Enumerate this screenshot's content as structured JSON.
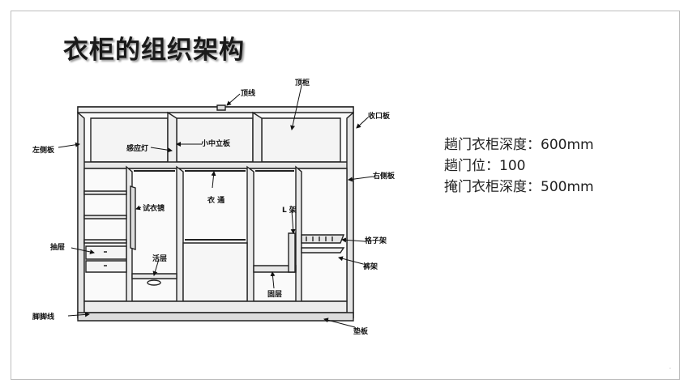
{
  "title": "衣柜的组织架构",
  "specs": [
    "趟门衣柜深度：600mm",
    "趟门位：100",
    "掩门衣柜深度：500mm"
  ],
  "labels": {
    "top_line": "顶线",
    "top_cabinet": "顶柜",
    "closing_panel": "收口板",
    "left_side_panel": "左侧板",
    "sensor_light": "感应灯",
    "small_middle_panel": "小中立板",
    "right_side_panel": "右侧板",
    "mirror": "试衣镜",
    "hanging_rail": "衣 通",
    "l_rack": "L 架",
    "grid_rack": "格子架",
    "drawer": "抽屉",
    "movable_shelf": "活层",
    "pants_rack": "裤架",
    "fixed_shelf": "固层",
    "kick_board": "脚脚线",
    "base_board": "垫板"
  },
  "page_mark": "."
}
